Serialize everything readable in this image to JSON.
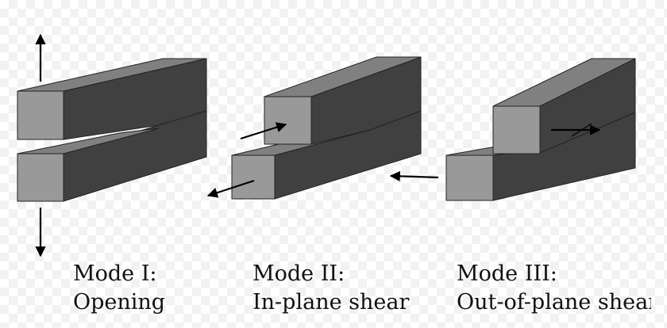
{
  "modes": [
    {
      "name": "Mode I:",
      "description": "Opening"
    },
    {
      "name": "Mode II:",
      "description": "In-plane shear"
    },
    {
      "name": "Mode III:",
      "description": "Out-of-plane shear"
    }
  ],
  "colors": {
    "front_face": "#999999",
    "side_face": "#404040",
    "top_face": "#808080",
    "arrow": "#000000"
  }
}
